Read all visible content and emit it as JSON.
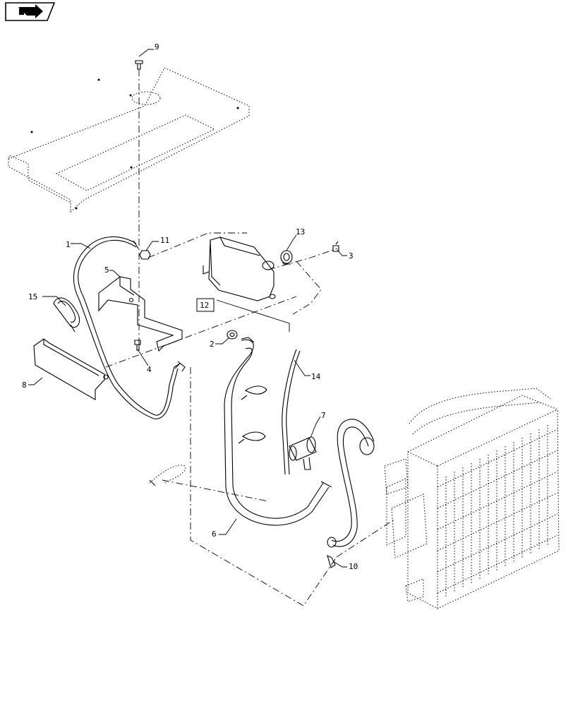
{
  "icons": {
    "nav": "arrow-back-icon"
  },
  "callouts": {
    "c1": "1",
    "c2": "2",
    "c3": "3",
    "c4": "4",
    "c5": "5",
    "c6": "6",
    "c7": "7",
    "c8": "8",
    "c9": "9",
    "c10": "10",
    "c11": "11",
    "c12": "12",
    "c13": "13",
    "c14": "14",
    "c15": "15"
  }
}
